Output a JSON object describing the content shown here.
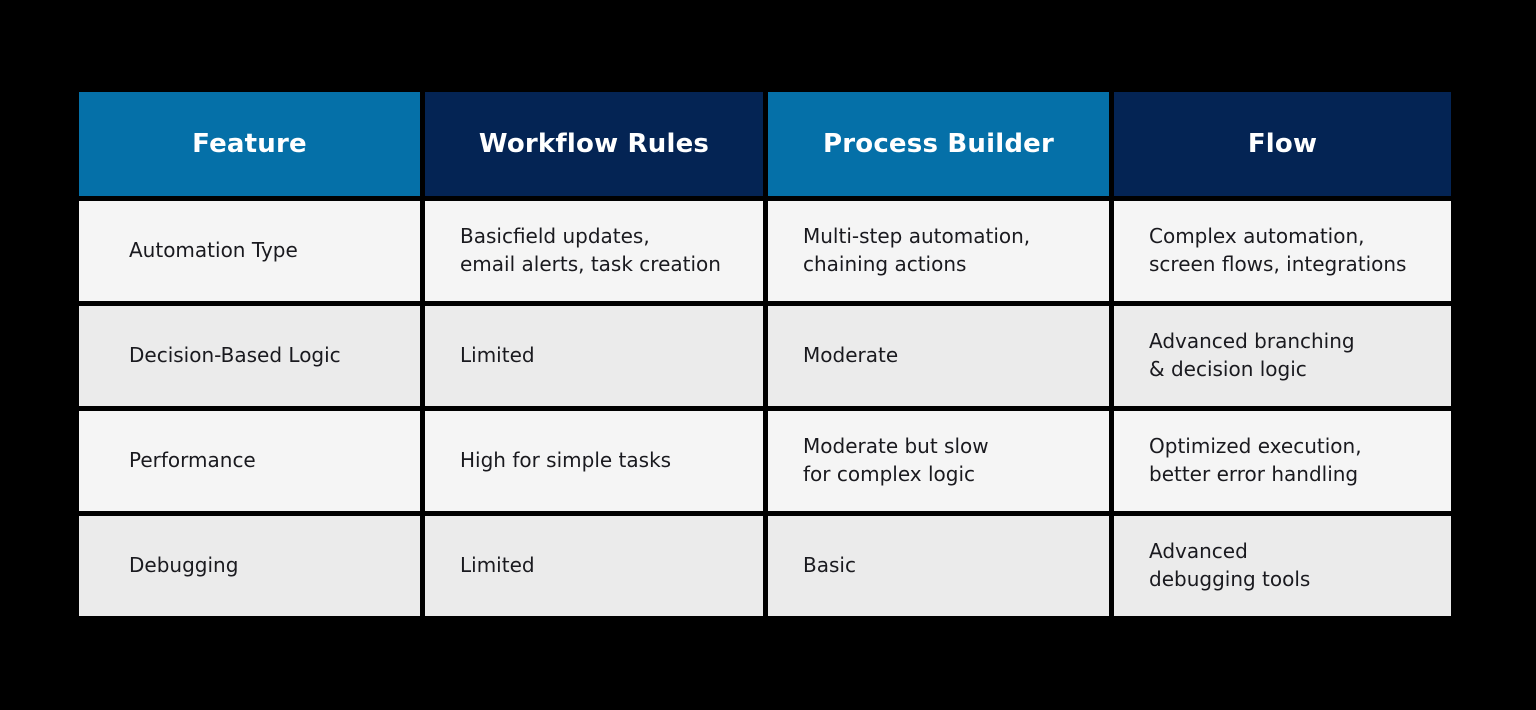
{
  "table": {
    "columns": [
      {
        "label": "Feature",
        "style": "blue"
      },
      {
        "label": "Workflow Rules",
        "style": "navy"
      },
      {
        "label": "Process Builder",
        "style": "blue"
      },
      {
        "label": "Flow",
        "style": "navy"
      }
    ],
    "rows": [
      {
        "shade": "light",
        "cells": [
          "Automation Type",
          "Basicfield updates,\nemail alerts, task creation",
          "Multi-step automation,\nchaining actions",
          "Complex automation,\nscreen flows, integrations"
        ]
      },
      {
        "shade": "gray",
        "cells": [
          "Decision-Based Logic",
          "Limited",
          "Moderate",
          "Advanced branching\n& decision logic"
        ]
      },
      {
        "shade": "light",
        "cells": [
          "Performance",
          "High for simple tasks",
          "Moderate but slow\nfor complex logic",
          "Optimized execution,\nbetter error handling"
        ]
      },
      {
        "shade": "gray",
        "cells": [
          "Debugging",
          "Limited",
          "Basic",
          "Advanced\ndebugging tools"
        ]
      }
    ]
  },
  "colors": {
    "background": "#000000",
    "header_blue": "#0570a8",
    "header_navy": "#042454",
    "row_light": "#f5f5f5",
    "row_gray": "#ebebeb",
    "header_text": "#ffffff",
    "body_text": "#1a1a1f"
  }
}
